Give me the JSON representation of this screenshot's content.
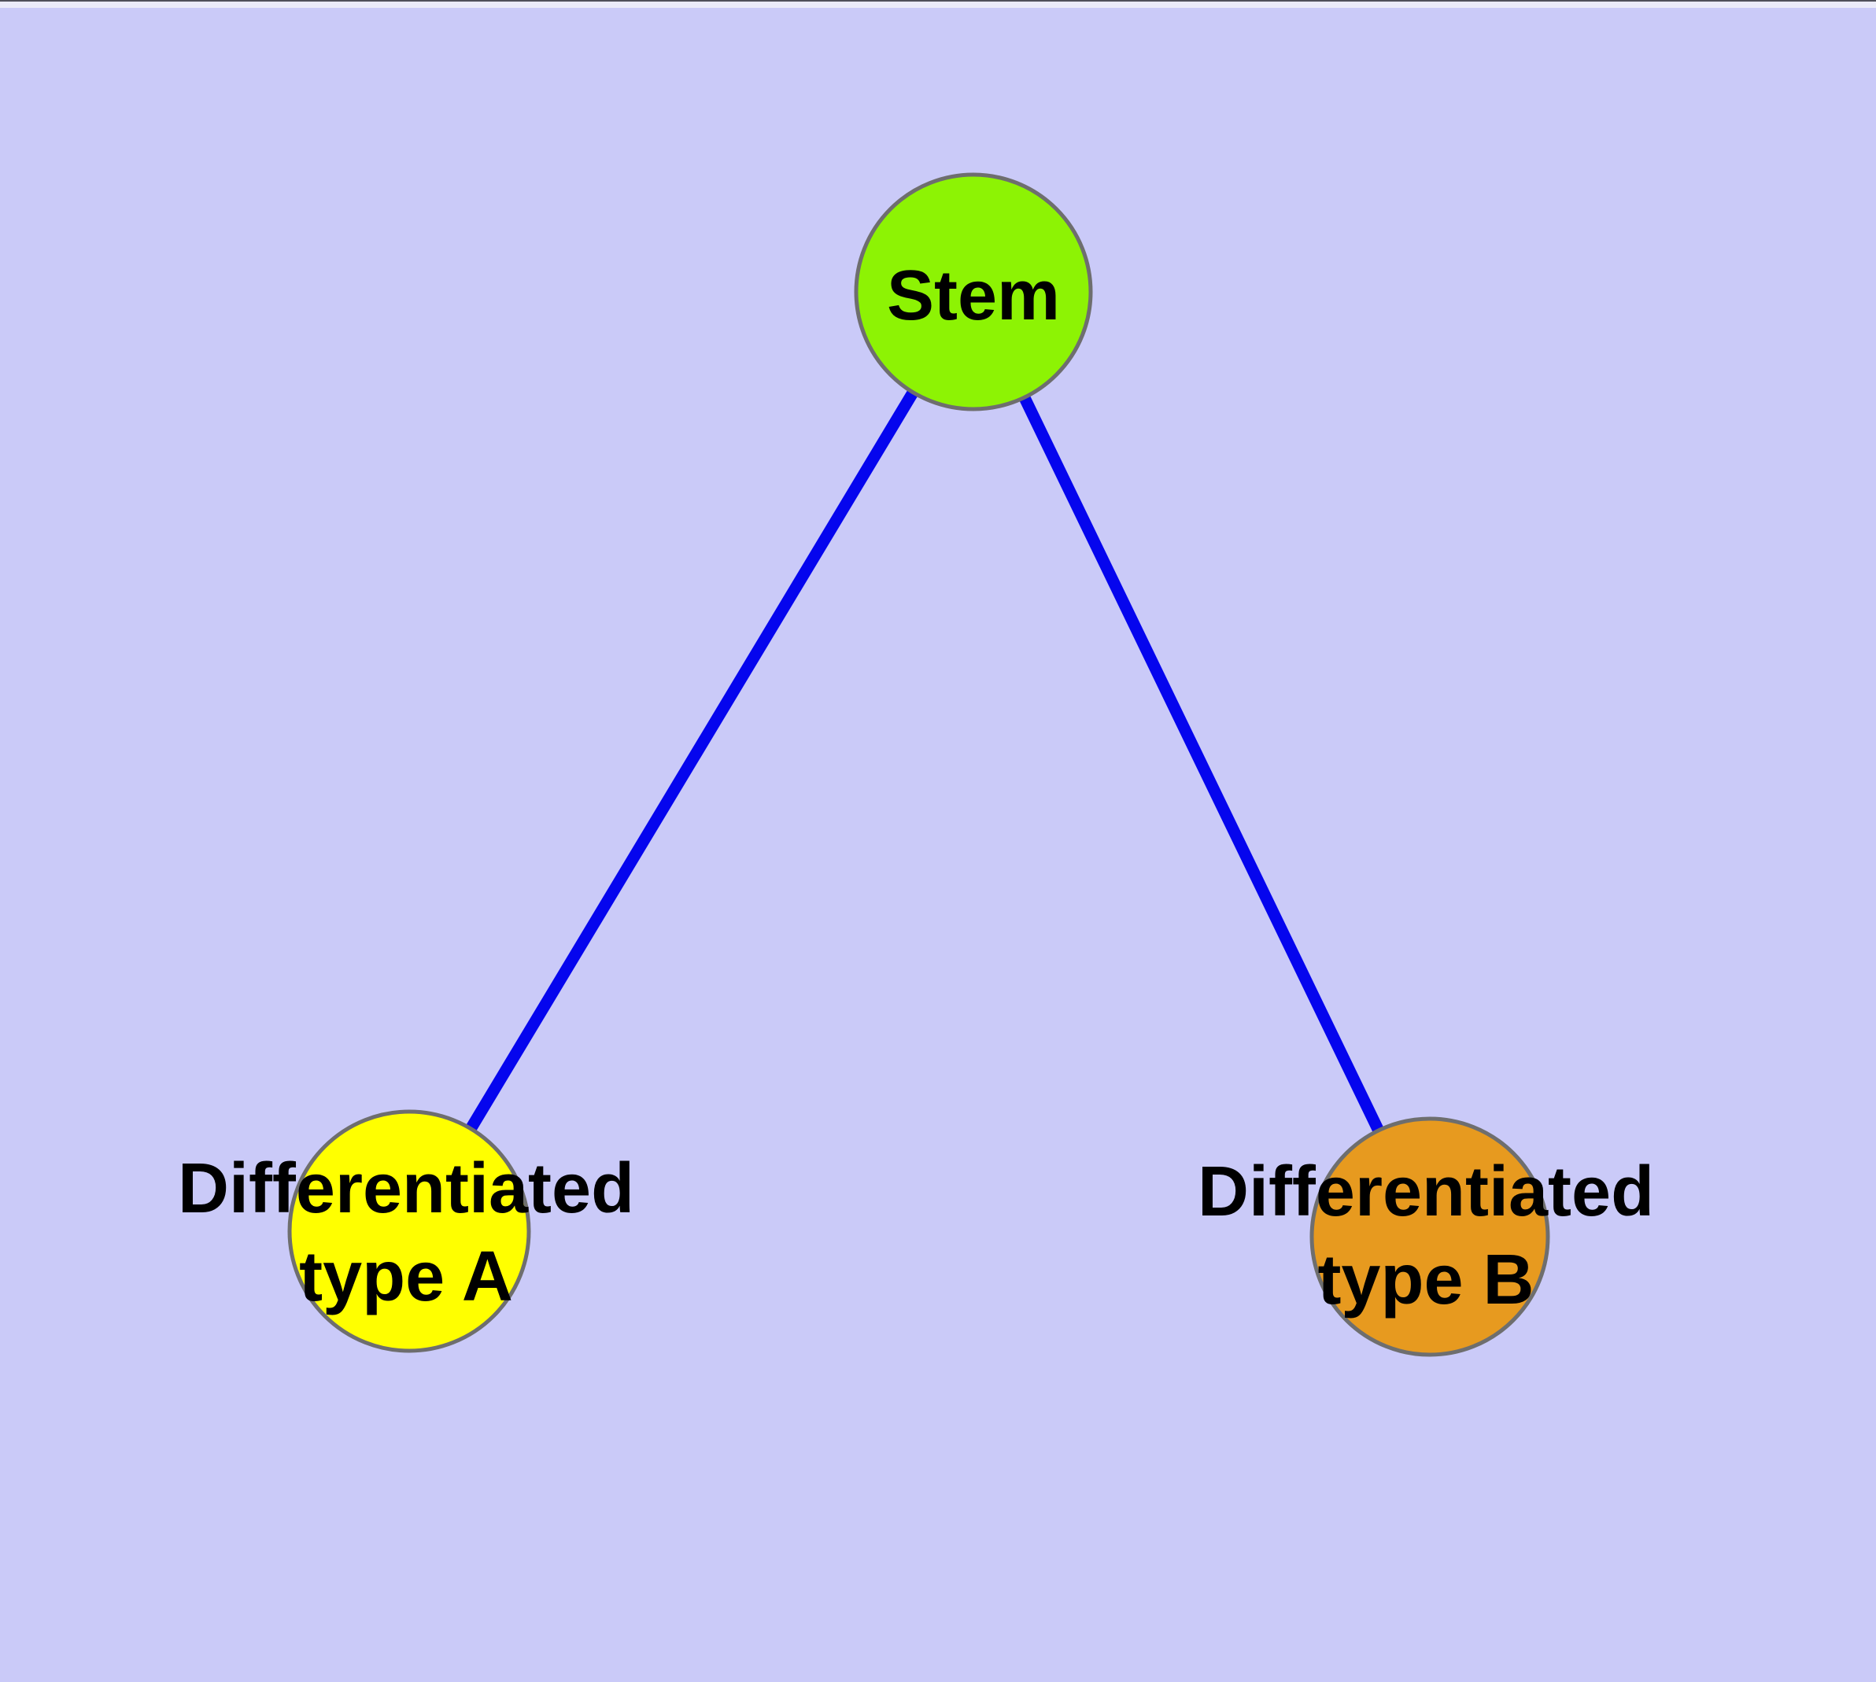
{
  "diagram": {
    "title": "",
    "colors": {
      "background": "#CACAF8",
      "edge": "#0505EE",
      "node_border": "#6E6E6E",
      "text": "#000000",
      "window_top_line": "#4E4E5A",
      "window_top_strip": "#EAEAF9"
    },
    "nodes": [
      {
        "id": "stem",
        "label": "Stem",
        "label_lines": [
          "Stem"
        ],
        "fill": "#8DF304"
      },
      {
        "id": "type-a",
        "label": "Differentiated type A",
        "label_lines": [
          "Differentiated",
          "type A"
        ],
        "fill": "#FFFF00"
      },
      {
        "id": "type-b",
        "label": "Differentiated type B",
        "label_lines": [
          "Differentiated",
          "type B"
        ],
        "fill": "#E79A1F"
      }
    ],
    "edges": [
      {
        "from": "stem",
        "to": "type-a"
      },
      {
        "from": "stem",
        "to": "type-b"
      }
    ]
  }
}
